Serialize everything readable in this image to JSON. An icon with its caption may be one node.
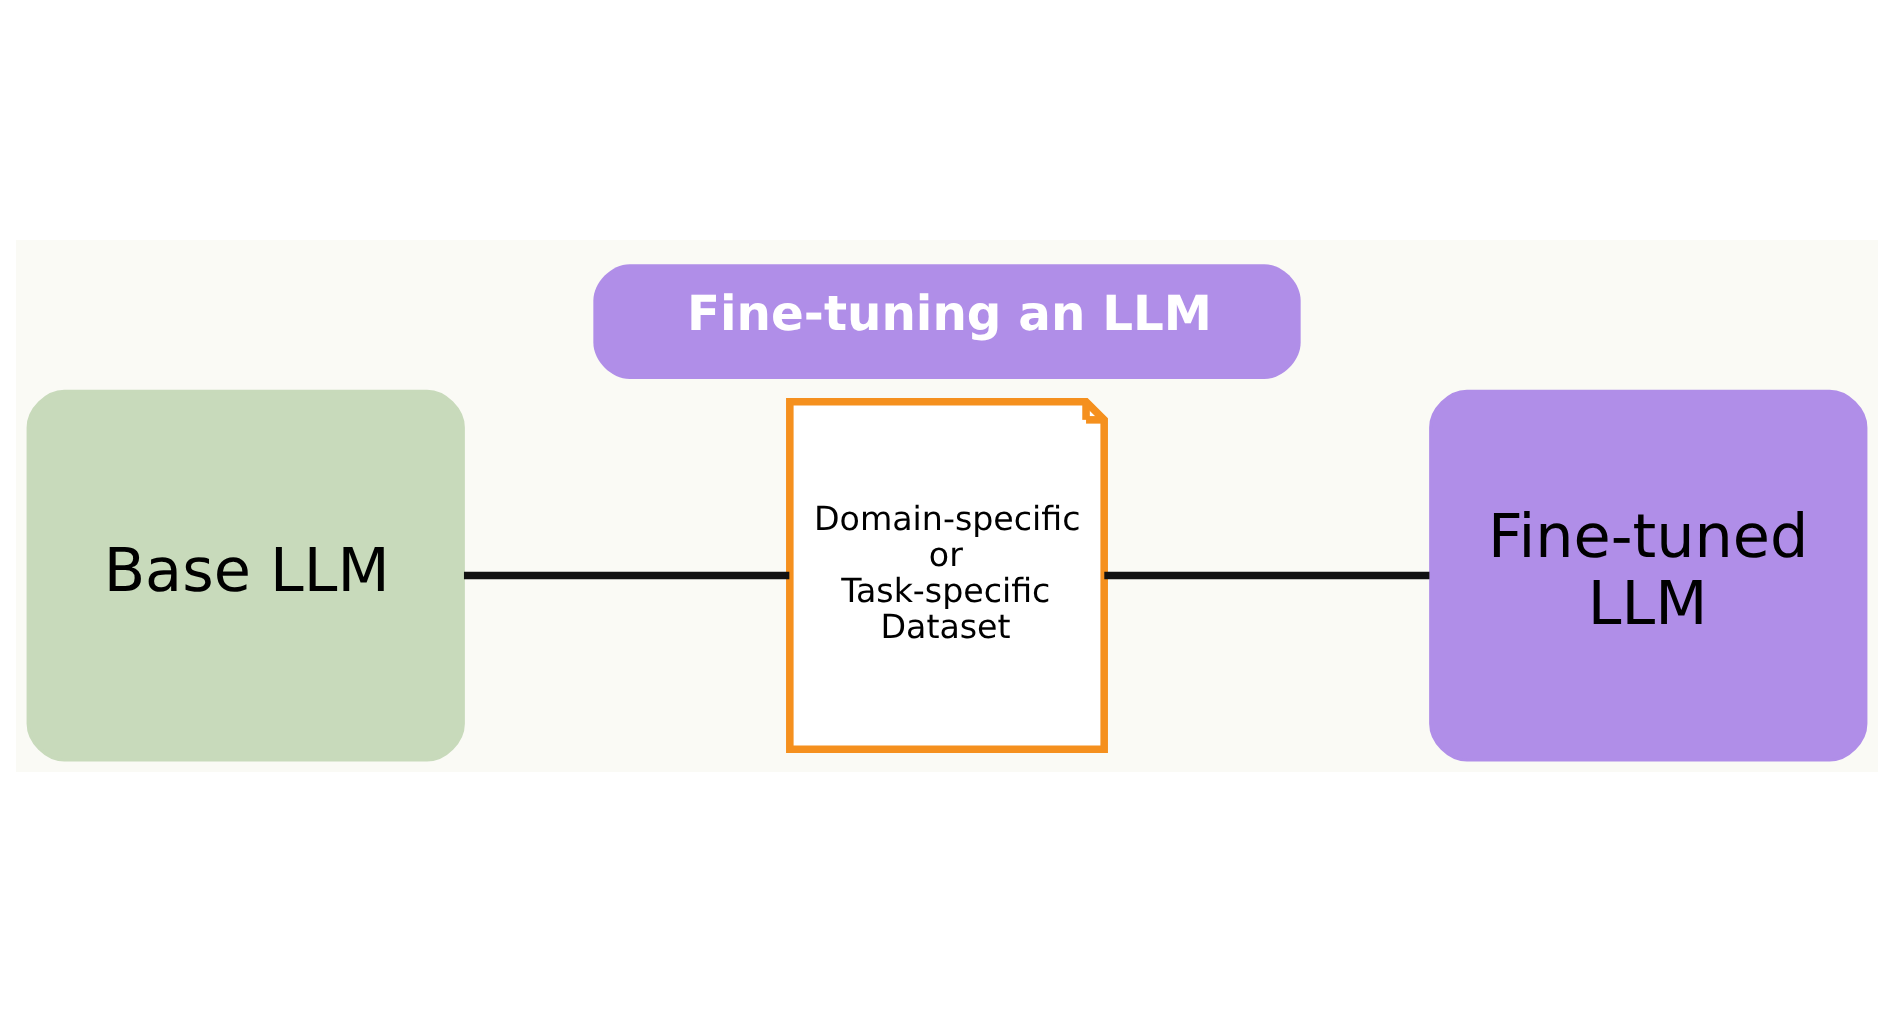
{
  "diagram": {
    "title": "Fine-tuning an LLM",
    "nodes": [
      {
        "text": [
          "Base LLM"
        ]
      },
      {
        "text": [
          "Domain-specific or Task-specific Dataset"
        ]
      },
      {
        "text": [
          "Fine-tuned LLM"
        ]
      }
    ],
    "edges": [
      {
        "from": 0,
        "to": 1,
        "arrow": "none"
      },
      {
        "from": 1,
        "to": 2,
        "arrow": "none"
      }
    ]
  }
}
